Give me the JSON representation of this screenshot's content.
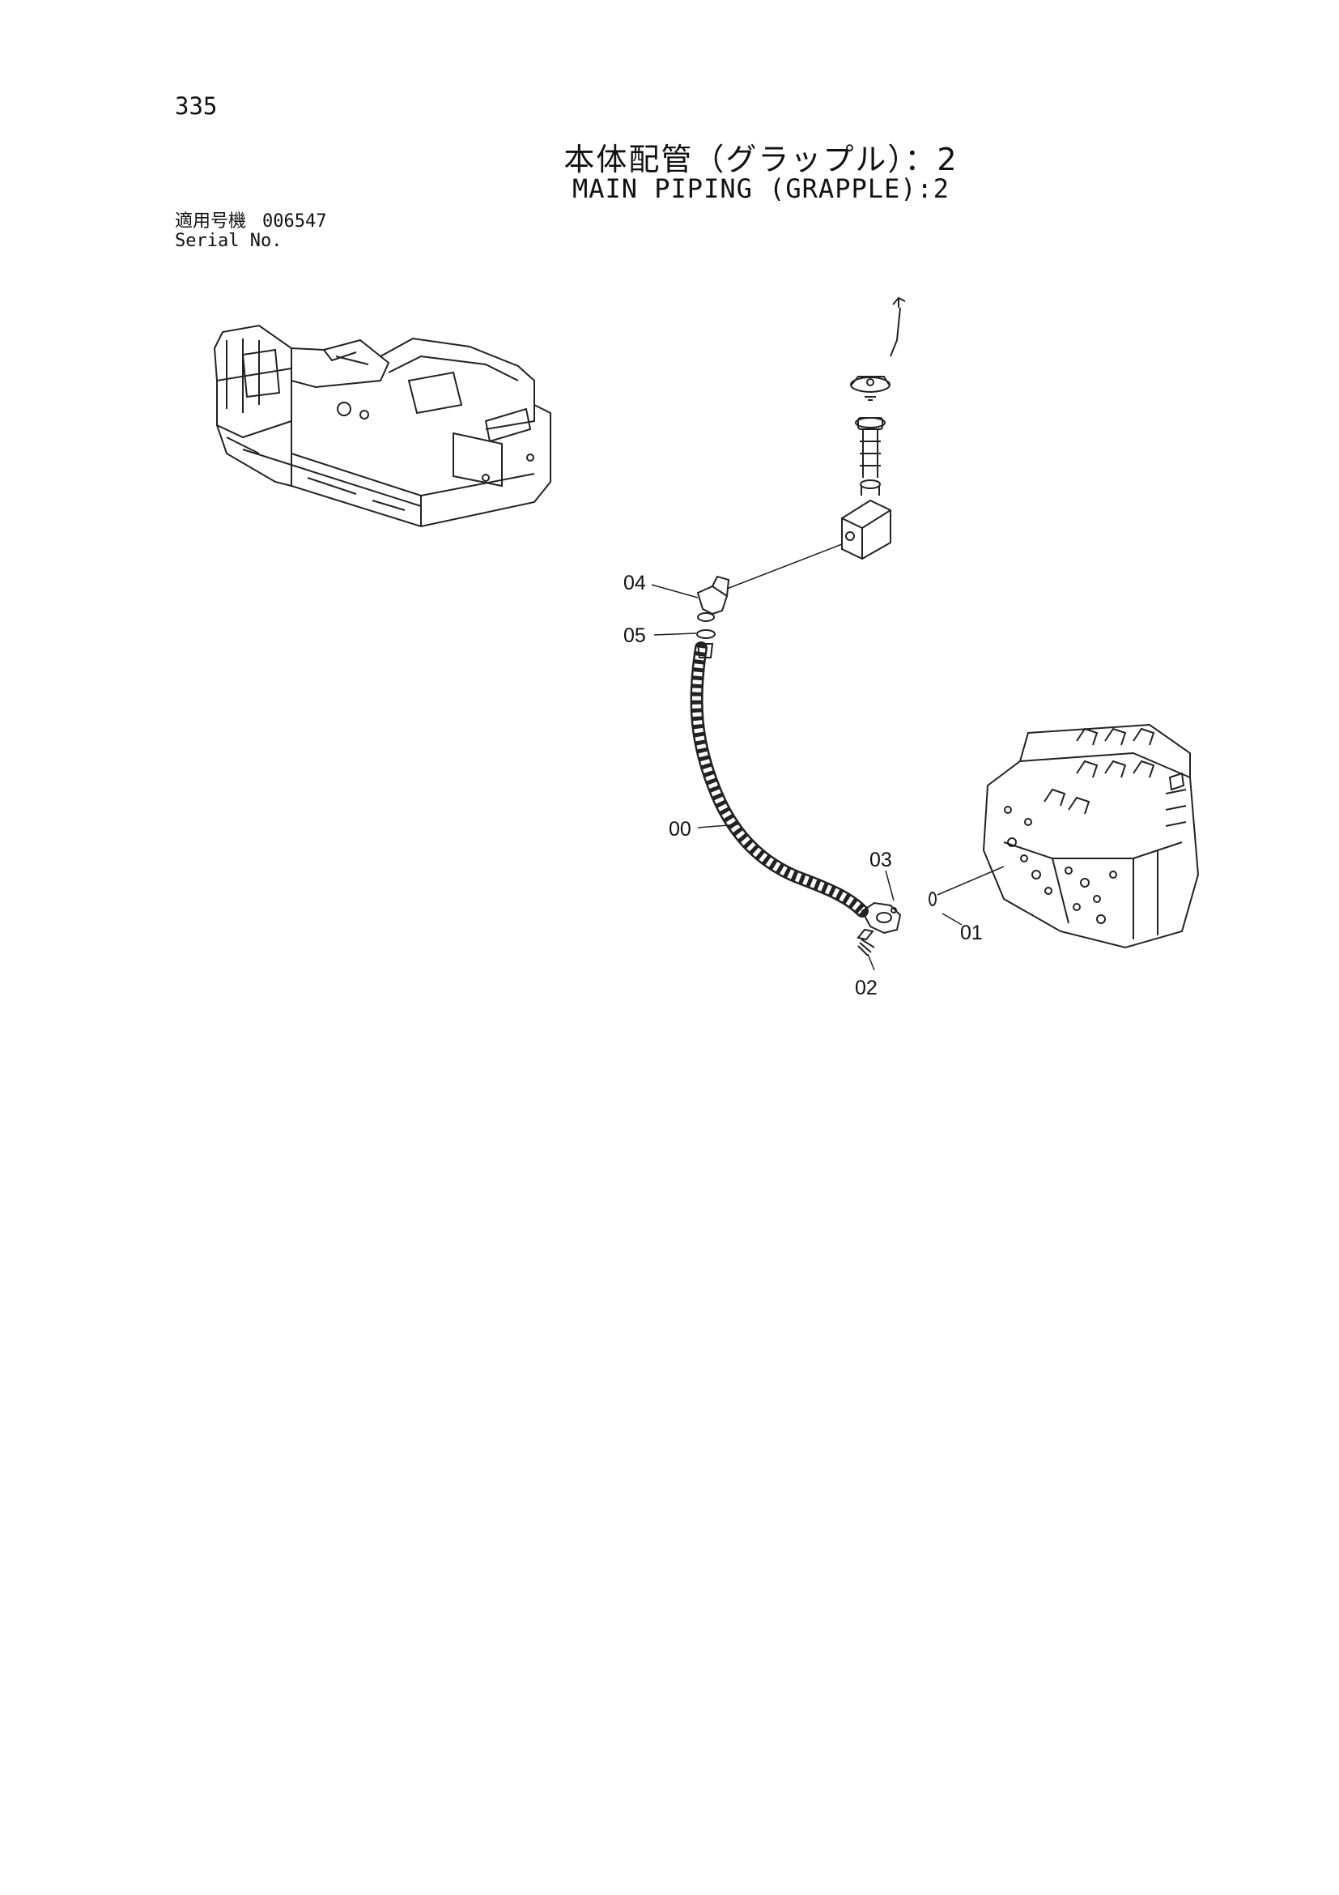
{
  "page_number": "335",
  "title_jp": "本体配管（グラップル）：2",
  "title_en": "MAIN PIPING (GRAPPLE):2",
  "serial": {
    "label_jp": "適用号機",
    "value": "006547",
    "label_en": "Serial No."
  },
  "callouts": {
    "c00": "00",
    "c01": "01",
    "c02": "02",
    "c03": "03",
    "c04": "04",
    "c05": "05"
  }
}
